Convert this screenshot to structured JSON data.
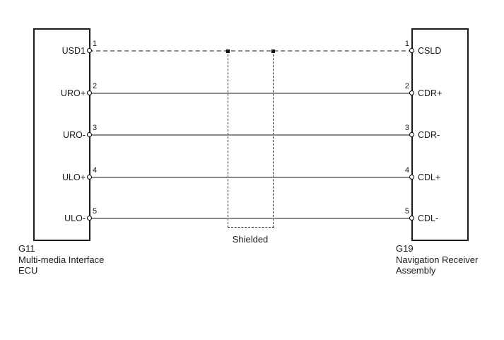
{
  "diagram": {
    "left_connector": {
      "code": "G11",
      "name_lines": [
        "Multi-media Interface",
        "ECU"
      ]
    },
    "right_connector": {
      "code": "G19",
      "name_lines": [
        "Navigation Receiver",
        "Assembly"
      ]
    },
    "rows": [
      {
        "left_label": "USD1",
        "left_pin": "1",
        "right_pin": "1",
        "right_label": "CSLD",
        "wire_style": "dashed"
      },
      {
        "left_label": "URO+",
        "left_pin": "2",
        "right_pin": "2",
        "right_label": "CDR+",
        "wire_style": "solid"
      },
      {
        "left_label": "URO-",
        "left_pin": "3",
        "right_pin": "3",
        "right_label": "CDR-",
        "wire_style": "solid"
      },
      {
        "left_label": "ULO+",
        "left_pin": "4",
        "right_pin": "4",
        "right_label": "CDL+",
        "wire_style": "solid"
      },
      {
        "left_label": "ULO-",
        "left_pin": "5",
        "right_pin": "5",
        "right_label": "CDL-",
        "wire_style": "solid"
      }
    ],
    "shield": {
      "label": "Shielded"
    },
    "colors": {
      "background": "#ffffff",
      "outline": "#1a1a1a",
      "wire_gray": "#8a8a8a",
      "shield_dash": "#2b2b2b"
    }
  }
}
